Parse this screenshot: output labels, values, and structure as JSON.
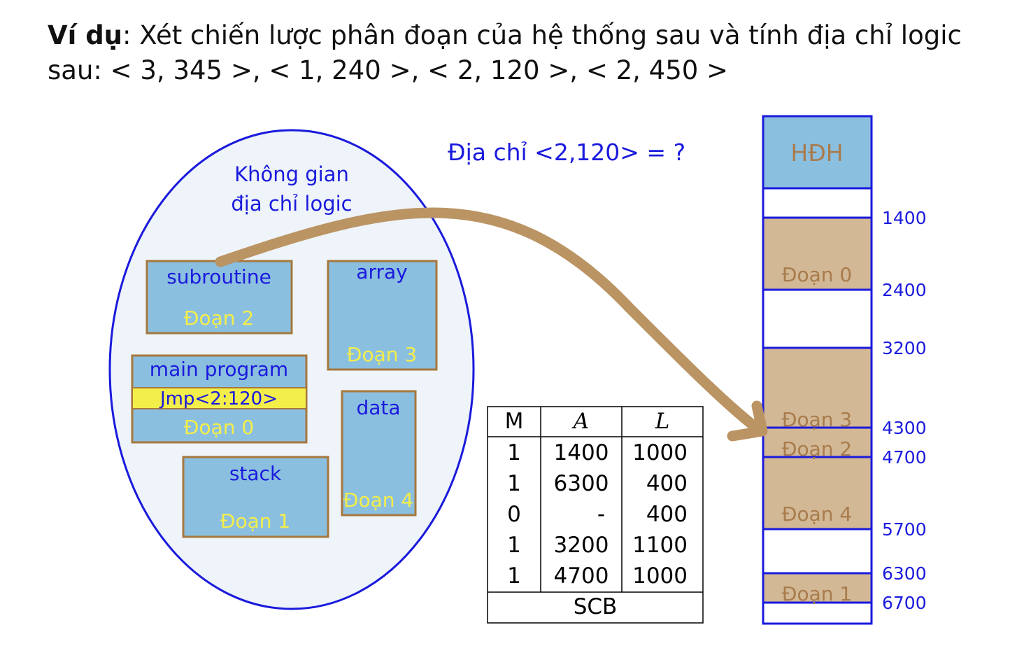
{
  "problem": {
    "prefix": "Ví dụ",
    "text": ": Xét chiến lược phân đoạn của hệ thống sau và tính địa chỉ logic sau: < 3, 345 >, < 1, 240 >, < 2, 120 >, < 2, 450 >"
  },
  "question": "Địa chỉ <2,120> = ?",
  "logical_space": {
    "title_line1": "Không gian",
    "title_line2": "địa chỉ logic",
    "segments": [
      {
        "name": "subroutine",
        "label": "Đoạn 2"
      },
      {
        "name": "array",
        "label": "Đoạn 3"
      },
      {
        "name": "main program",
        "instruction": "Jmp<2:120>",
        "label": "Đoạn 0"
      },
      {
        "name": "data",
        "label": "Đoạn 4"
      },
      {
        "name": "stack",
        "label": "Đoạn 1"
      }
    ]
  },
  "scb": {
    "headers": [
      "M",
      "A",
      "L"
    ],
    "rows": [
      [
        "1",
        "1400",
        "1000"
      ],
      [
        "1",
        "6300",
        "400"
      ],
      [
        "0",
        "-",
        "400"
      ],
      [
        "1",
        "3200",
        "1100"
      ],
      [
        "1",
        "4700",
        "1000"
      ]
    ],
    "caption": "SCB"
  },
  "memory": {
    "os_label": "HĐH",
    "segments": [
      "Đoạn 0",
      "Đoạn 3",
      "Đoạn 2",
      "Đoạn 4",
      "Đoạn 1"
    ],
    "addresses": [
      "1400",
      "2400",
      "3200",
      "4300",
      "4700",
      "5700",
      "6300",
      "6700"
    ]
  },
  "colors": {
    "blue": "#1a1adc",
    "segment_fill": "#8bbfe0",
    "segment_border": "#a6773d",
    "memory_segment_fill": "#d3b896",
    "yellow": "#f3ee4a",
    "arrow": "#bb9464",
    "ellipse_fill": "#eef4f9"
  }
}
